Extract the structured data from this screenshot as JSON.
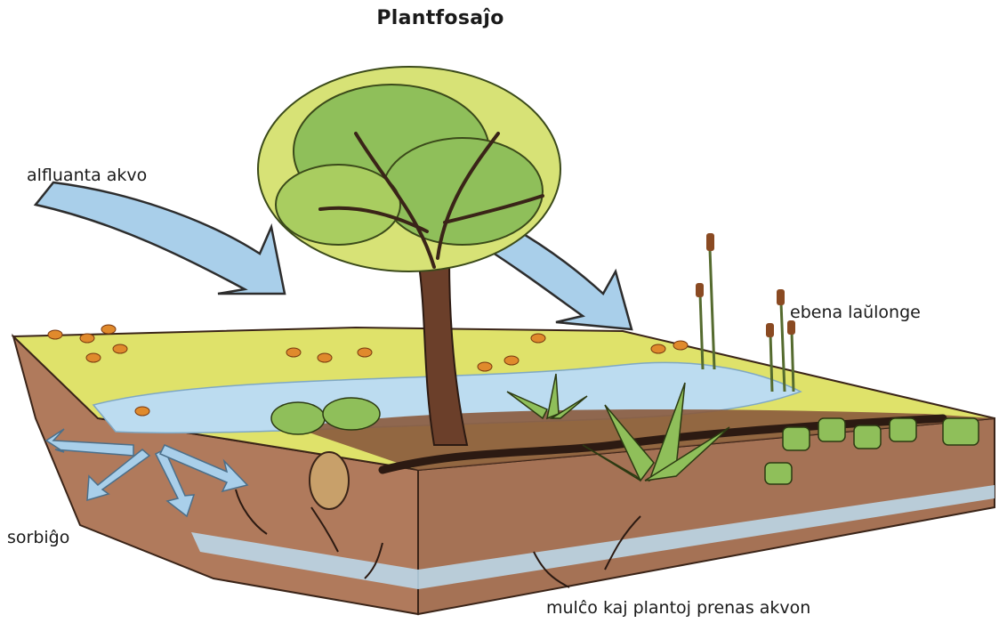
{
  "diagram": {
    "title": "Plantfosaĵo",
    "labels": {
      "inflow": "alfluanta akvo",
      "swale": "ebena laŭlonge",
      "infiltration": "sorbiĝo",
      "mulch": "mulĉo kaj plantoj prenas akvon"
    }
  },
  "colors": {
    "soil": "#b07a5c",
    "soil_dark": "#7a4b35",
    "grass": "#dfe26a",
    "water": "#bcdcf0",
    "arrow": "#a9cfea",
    "leaf_light": "#d7e276",
    "leaf_green": "#8fbf5a",
    "trunk": "#6b3f2a",
    "mulch": "#8a5a3d"
  }
}
